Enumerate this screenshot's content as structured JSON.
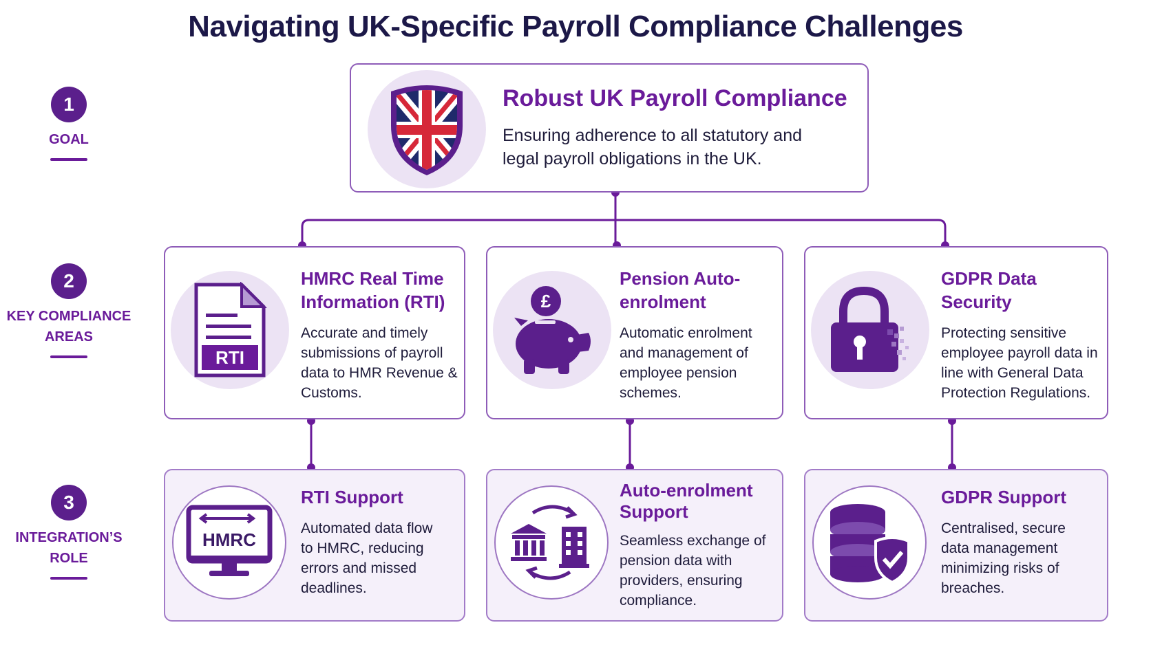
{
  "title": "Navigating UK-Specific Payroll Compliance Challenges",
  "colors": {
    "accent": "#6a1b9a",
    "dark_purple": "#5b1f8c",
    "title_navy": "#1c1848",
    "card_border": "#8e5cb8",
    "icon_background": "#ece3f4"
  },
  "steps": [
    {
      "number": "1",
      "label": "GOAL"
    },
    {
      "number": "2",
      "label": "KEY COMPLIANCE AREAS"
    },
    {
      "number": "3",
      "label": "INTEGRATION’S ROLE"
    }
  ],
  "goal": {
    "icon": "union-jack-shield-icon",
    "title": "Robust UK Payroll Compliance",
    "text": "Ensuring adherence to all statutory and legal payroll obligations in the UK."
  },
  "areas": [
    {
      "icon": "rti-document-icon",
      "icon_text": "RTI",
      "title": "HMRC Real Time Information (RTI)",
      "text": "Accurate and timely submissions of payroll data to HMR Revenue & Customs."
    },
    {
      "icon": "piggy-bank-pound-icon",
      "icon_text": "£",
      "title": "Pension Auto-enrolment",
      "text": "Automatic enrolment and management of employee pension schemes."
    },
    {
      "icon": "padlock-icon",
      "title": "GDPR Data Security",
      "text": "Protecting sensitive employee payroll data in line with General Data Protection Regulations."
    }
  ],
  "roles": [
    {
      "icon": "hmrc-monitor-icon",
      "icon_text": "HMRC",
      "title": "RTI Support",
      "text": "Automated data flow to HMRC, reducing errors and missed deadlines."
    },
    {
      "icon": "bank-exchange-icon",
      "title": "Auto-enrolment Support",
      "text": "Seamless exchange of pension data with providers, ensuring compliance."
    },
    {
      "icon": "database-shield-icon",
      "title": "GDPR Support",
      "text": "Centralised, secure data management minimizing risks of breaches."
    }
  ]
}
